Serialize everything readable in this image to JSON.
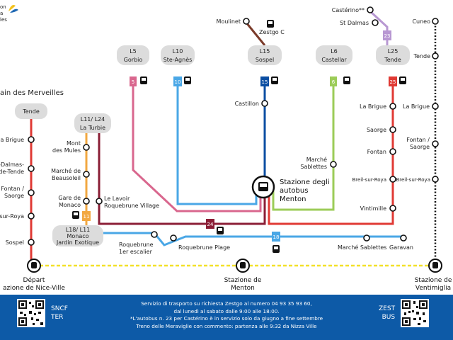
{
  "header": {
    "logo_fragments": [
      "on",
      "a",
      "les"
    ],
    "section_left": "ain des Merveilles"
  },
  "lines": {
    "L5": {
      "name": "L5",
      "sub": "Gorbio",
      "badge": "5",
      "color": "#d9678e"
    },
    "L10": {
      "name": "L10",
      "sub": "Ste-Agnès",
      "badge": "10",
      "color": "#4aa7e6"
    },
    "L15": {
      "name": "L15",
      "sub": "Sospel",
      "badge": "15",
      "color": "#0b4ea2"
    },
    "L6": {
      "name": "L6",
      "sub": "Castellar",
      "badge": "6",
      "color": "#9ccc58"
    },
    "L25": {
      "name": "L25",
      "sub": "Tende",
      "badge": "25",
      "color": "#e03a34"
    },
    "L23": {
      "badge": "23",
      "color": "#b898d2"
    },
    "L24": {
      "badge": "24",
      "color": "#8b1e36"
    },
    "L18": {
      "name": "L18/ L11",
      "sub": "Monaco",
      "sub2": "Jardin Exotique",
      "badge": "11",
      "color": "#f2a842"
    },
    "L11_L24": {
      "name": "L11/ L24",
      "sub": "La Turbie"
    },
    "L18_badge": {
      "badge": "18"
    },
    "zestgo": {
      "color": "#7b3b2a"
    },
    "rail": {
      "color": "#111111"
    },
    "rail_yellow": {
      "color": "#f3e12a"
    }
  },
  "stations": {
    "moulinet": "Moulinet",
    "zestgo_c": "Zestgo C",
    "castillon": "Castillon",
    "castellar_sablettes": [
      "Marché",
      "Sablettes"
    ],
    "casterino": "Castérino**",
    "st_dalmas": "St Dalmas",
    "cuneo": "Cuneo",
    "tende_rail": "Tende",
    "la_brigue_l25": "La Brigue",
    "saorge_l25": "Saorge",
    "fontan_l25": "Fontan",
    "breil_l25": "Breil-sur-Roya",
    "vintimille": "Vintimille",
    "la_brigue_rail": "La Brigue",
    "fontan_saorge_rail": [
      "Fontan /",
      "Saorge"
    ],
    "breil_rail": "Breil-sur-Roya",
    "tende_left": "Tende",
    "la_brigue_left": "a Brigue",
    "dalmas_left": [
      "-Dalmas-",
      "de-Tende"
    ],
    "fontan_left": [
      "Fontan /",
      "Saorge"
    ],
    "breil_left": "-sur-Roya",
    "sospel_left": "Sospel",
    "mont_des_mules": [
      "Mont",
      "des Mules"
    ],
    "marche_beausoleil": [
      "Marché de",
      "Beausoleil"
    ],
    "gare_monaco": [
      "Gare de",
      "Monaco"
    ],
    "lavoir": [
      "Le Lavoir",
      "Roquebrune Village"
    ],
    "roquebrune_escalier": [
      "Roquebrune",
      "1er escalier"
    ],
    "roquebrune_plage": "Roquebrune Plage",
    "marche_sablettes_l18": "Marché Sablettes",
    "garavan": "Garavan"
  },
  "hub": {
    "label": [
      "Stazione degli",
      "autobus",
      "Menton"
    ]
  },
  "rail_stations": {
    "depart": [
      "Départ",
      "azione de Nice-Ville"
    ],
    "menton": [
      "Stazione de",
      "Menton"
    ],
    "ventimiglia": [
      "Stazione de",
      "Ventimiglia"
    ]
  },
  "footer": {
    "sncf": [
      "SNCF",
      "TER"
    ],
    "zest": [
      "ZEST",
      "BUS"
    ],
    "info": [
      "Servizio di trasporto su richiesta Zestgo al numero 04 93 35 93 60,",
      "dal lunedì al sabato dalle 9:00 alle 18:00.",
      "*L'autobus n. 23 per Castérino è in servizio solo da giugno a fine settembre",
      "Treno delle Meraviglie con commento: partenza alle 9:32 da Nizza Ville"
    ]
  }
}
